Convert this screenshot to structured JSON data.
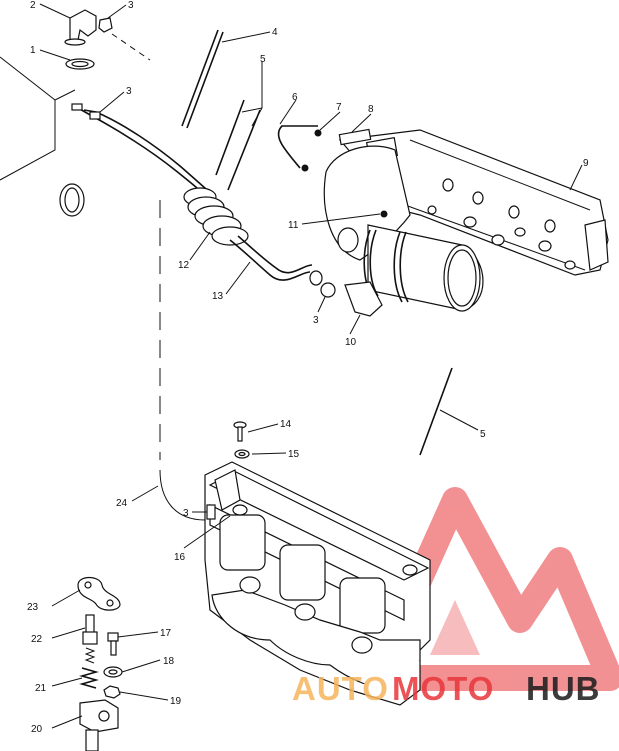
{
  "callouts": {
    "c1": "1",
    "c2": "2",
    "c3a": "3",
    "c3b": "3",
    "c3c": "3",
    "c3d": "3",
    "c4": "4",
    "c5a": "5",
    "c5b": "5",
    "c6": "6",
    "c7": "7",
    "c8": "8",
    "c9": "9",
    "c10": "10",
    "c11": "11",
    "c12": "12",
    "c13": "13",
    "c14": "14",
    "c15": "15",
    "c16": "16",
    "c17": "17",
    "c18": "18",
    "c19": "19",
    "c20": "20",
    "c21": "21",
    "c22": "22",
    "c23": "23",
    "c24": "24"
  },
  "watermark": {
    "part1": "AUTO",
    "part2": "MOTO",
    "part3": "HUB",
    "color_accent": "#e8363a",
    "color_secondary": "#f6b55b",
    "color_dark": "#1b1b1b"
  }
}
